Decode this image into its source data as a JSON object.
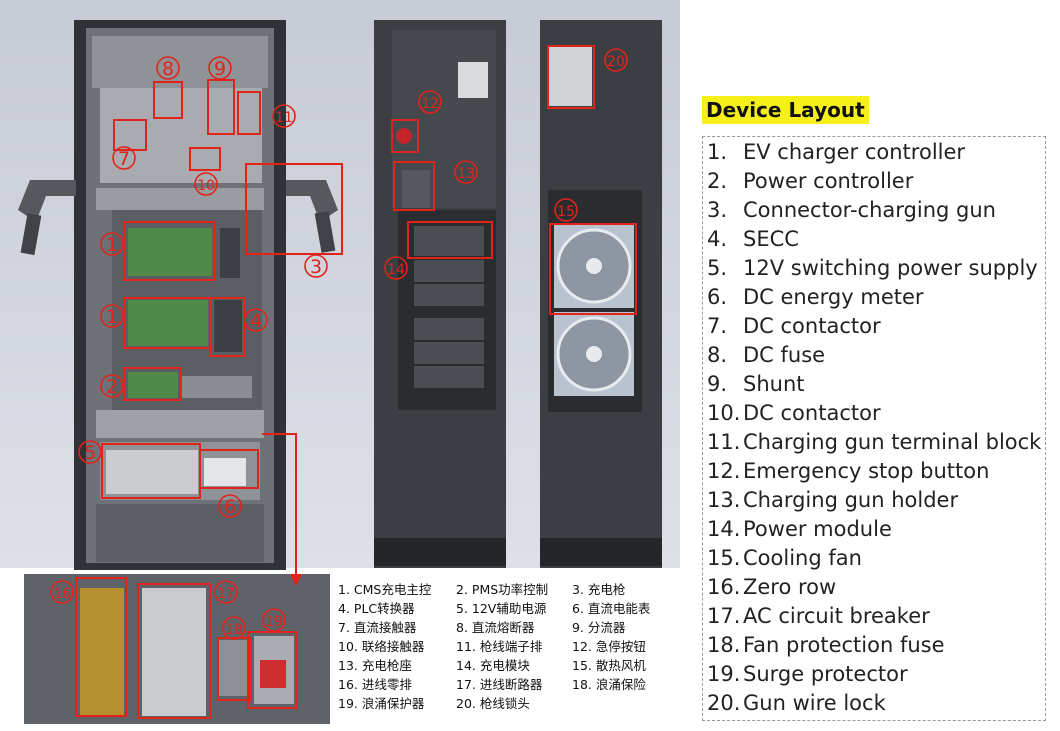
{
  "legend": {
    "title": "Device Layout",
    "items": [
      {
        "num": "1.",
        "label": "EV charger controller"
      },
      {
        "num": "2.",
        "label": "Power controller"
      },
      {
        "num": "3.",
        "label": "Connector-charging gun"
      },
      {
        "num": "4.",
        "label": "SECC"
      },
      {
        "num": "5.",
        "label": "12V switching power supply"
      },
      {
        "num": "6.",
        "label": "DC energy meter"
      },
      {
        "num": "7.",
        "label": "DC contactor"
      },
      {
        "num": "8.",
        "label": "DC fuse"
      },
      {
        "num": "9.",
        "label": "Shunt"
      },
      {
        "num": "10.",
        "label": "DC contactor"
      },
      {
        "num": "11.",
        "label": "Charging gun terminal block"
      },
      {
        "num": "12.",
        "label": "Emergency stop button"
      },
      {
        "num": "13.",
        "label": "Charging gun holder"
      },
      {
        "num": "14.",
        "label": "Power module"
      },
      {
        "num": "15.",
        "label": "Cooling fan"
      },
      {
        "num": "16.",
        "label": "Zero row"
      },
      {
        "num": "17.",
        "label": "AC circuit breaker"
      },
      {
        "num": "18.",
        "label": "Fan protection fuse"
      },
      {
        "num": "19.",
        "label": "Surge protector"
      },
      {
        "num": "20.",
        "label": "Gun wire lock"
      }
    ]
  },
  "chinese_legend": [
    "1. CMS充电主控",
    "2. PMS功率控制",
    "3. 充电枪",
    "4. PLC转换器",
    "5. 12V辅助电源",
    "6. 直流电能表",
    "7. 直流接触器",
    "8. 直流熔断器",
    "9. 分流器",
    "10. 联络接触器",
    "11. 枪线端子排",
    "12. 急停按钮",
    "13. 充电枪座",
    "14. 充电模块",
    "15. 散热风机",
    "16. 进线零排",
    "17. 进线断路器",
    "18. 浪涌保险",
    "19. 浪涌保护器",
    "20. 枪线锁头"
  ],
  "callouts": [
    "1",
    "1",
    "2",
    "3",
    "4",
    "5",
    "6",
    "7",
    "8",
    "9",
    "10",
    "11",
    "12",
    "13",
    "14",
    "15",
    "16",
    "17",
    "18",
    "19",
    "20"
  ],
  "colors": {
    "callout": "#e2231a",
    "highlight": "#f5ef1a",
    "cabinet": "#3b3e43",
    "background": "#ffffff"
  }
}
